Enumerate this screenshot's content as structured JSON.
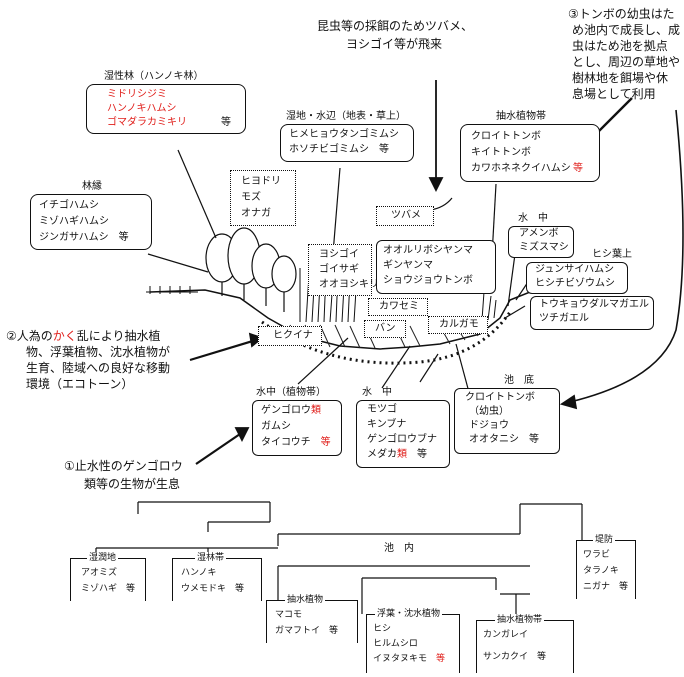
{
  "top": {
    "bird_note_1": "昆虫等の採餌のためツバメ、",
    "bird_note_2": "ヨシゴイ等が飛来",
    "dragonfly_note": [
      "③トンボの幼虫はた",
      "め池内で成長し、成",
      "虫はため池を拠点",
      "とし、周辺の草地や",
      "樹林地を餌場や休",
      "息場として利用"
    ]
  },
  "wet_forest": {
    "heading": "湿性林（ハンノキ林）",
    "items": [
      "ミドリシジミ",
      "ハンノキハムシ",
      "ゴマダラカミキリ"
    ],
    "suffix": "等"
  },
  "wetland_edge": {
    "heading": "湿地・水辺（地表・草上）",
    "items": [
      "ヒメヒョウタンゴミムシ",
      "ホソチビゴミムシ　等"
    ]
  },
  "emergent_zone": {
    "heading": "抽水植物帯",
    "items": [
      "クロイトトンボ",
      "キイトトンボ",
      "カワホネネクイハムシ"
    ],
    "suffix": "等"
  },
  "forest_edge": {
    "heading": "林縁",
    "items": [
      "イチゴハムシ",
      "ミゾハギハムシ",
      "ジンガサハムシ　等"
    ]
  },
  "birds_land": [
    "ヒヨドリ",
    "モズ",
    "オナガ"
  ],
  "swallow": "ツバメ",
  "herons": [
    "ヨシゴイ",
    "ゴイサギ",
    "オオヨシキリ"
  ],
  "dragonflies": [
    "オオルリボシヤンマ",
    "ギンヤンマ",
    "ショウジョウトンボ"
  ],
  "kingfisher": "カワセミ",
  "moorhen": "バン",
  "duck": "カルガモ",
  "little_grebe": "ヒクイナ",
  "underwater_right": {
    "heading": "水　中",
    "items": [
      "アメンボ",
      "ミズスマシ"
    ]
  },
  "water_chestnut": {
    "heading": "ヒシ葉上",
    "items": [
      "ジュンサイハムシ",
      "ヒシチビゾウムシ"
    ]
  },
  "frogs": [
    "トウキョウダルマガエル",
    "ツチガエル"
  ],
  "ecotone_note": [
    "②人為の",
    "かく",
    "乱により抽水植",
    "物、浮葉植物、沈水植物が",
    "生育、陸域への良好な移動",
    "環境（エコトーン）"
  ],
  "water_plant_zone": {
    "heading": "水中（植物帯）",
    "item1_main": "ゲンゴロウ",
    "item1_red": "類",
    "items": [
      "ガムシ"
    ],
    "item3_main": "タイコウチ　",
    "item3_red": "等"
  },
  "underwater_mid": {
    "heading": "水　中",
    "items": [
      "モツゴ",
      "キンブナ",
      "ゲンゴロウブナ"
    ],
    "item4_main": "メダカ",
    "item4_red": "類",
    "item4_suffix": "　等"
  },
  "pond_bottom": {
    "heading": "池　底",
    "items": [
      "クロイトトンボ",
      "（幼虫）",
      "ドジョウ",
      "オオタニシ　等"
    ]
  },
  "still_water_note": [
    "①止水性のゲンゴロウ",
    "類等の生物が生息"
  ],
  "veg": {
    "pond_inside": "池　内",
    "marsh": {
      "heading": "湿潤地",
      "items": [
        "アオミズ",
        "ミゾハギ　等"
      ]
    },
    "wet_zone": {
      "heading": "湿林帯",
      "items": [
        "ハンノキ",
        "ウメモドキ　等"
      ]
    },
    "emergent": {
      "heading": "抽水植物",
      "items": [
        "マコモ",
        "ガマフトイ　等"
      ]
    },
    "floating": {
      "heading": "浮葉・沈水植物",
      "items": [
        "ヒシ",
        "ヒルムシロ"
      ],
      "item3_main": "イヌタヌキモ　",
      "item3_red": "等"
    },
    "emergent2": {
      "heading": "抽水植物帯",
      "items": [
        "カンガレイ",
        "サンカクイ　等"
      ]
    },
    "embankment": {
      "heading": "堤防",
      "items": [
        "ワラビ",
        "タラノキ",
        "ニガナ　等"
      ]
    }
  },
  "colors": {
    "highlight": "#e0201c",
    "ink": "#111111"
  }
}
